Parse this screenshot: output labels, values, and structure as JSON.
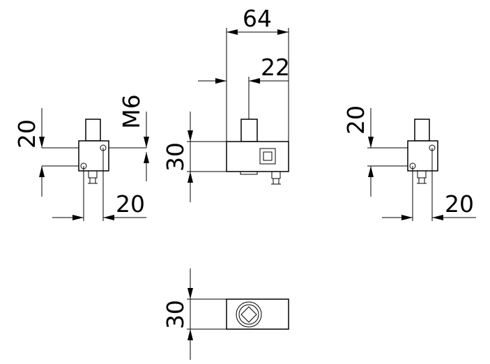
{
  "dimensions": {
    "side_left_height": "20",
    "side_left_thread": "M6",
    "side_left_width": "20",
    "front_width": "64",
    "front_offset": "22",
    "front_height": "30",
    "side_right_height": "20",
    "side_right_width": "20",
    "top_height": "30"
  }
}
